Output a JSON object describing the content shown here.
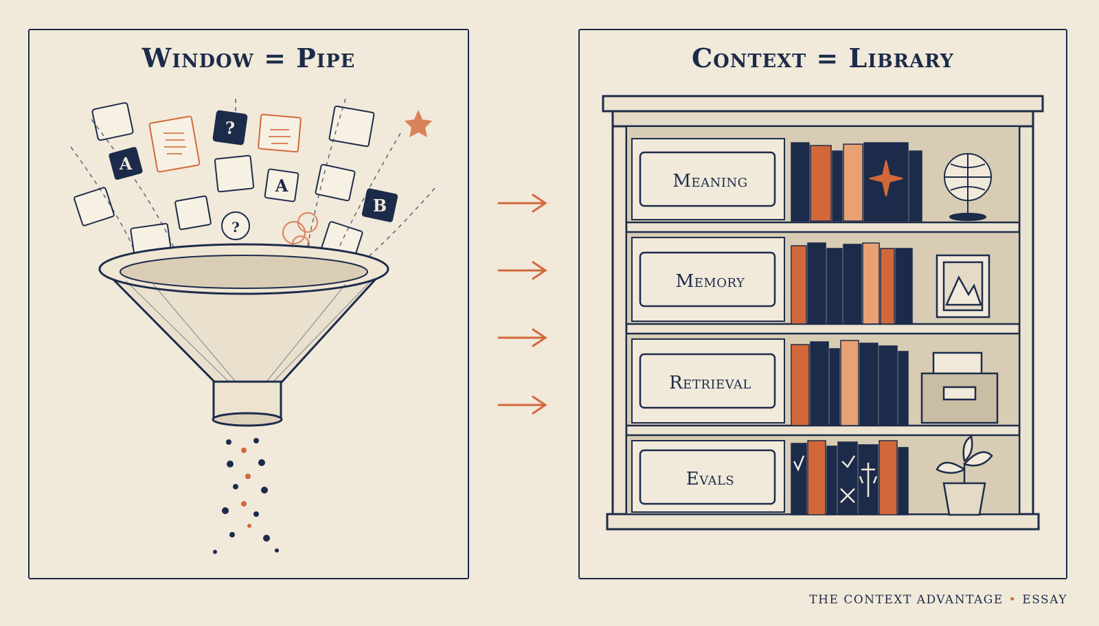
{
  "left_panel": {
    "title": "Window = Pipe"
  },
  "right_panel": {
    "title": "Context = Library",
    "shelves": [
      {
        "label": "Meaning"
      },
      {
        "label": "Memory"
      },
      {
        "label": "Retrieval"
      },
      {
        "label": "Evals"
      }
    ]
  },
  "footer": {
    "series": "THE CONTEXT ADVANTAGE",
    "kind": "ESSAY"
  },
  "icons": [
    "funnel-icon",
    "token-cards-icon",
    "arrow-right-icon",
    "bookshelf-icon",
    "globe-icon",
    "picture-frame-icon",
    "file-drawer-icon",
    "potted-plant-icon"
  ],
  "colors": {
    "navy": "#1c2b4a",
    "orange": "#d2683a",
    "paper": "#f1e9da"
  }
}
